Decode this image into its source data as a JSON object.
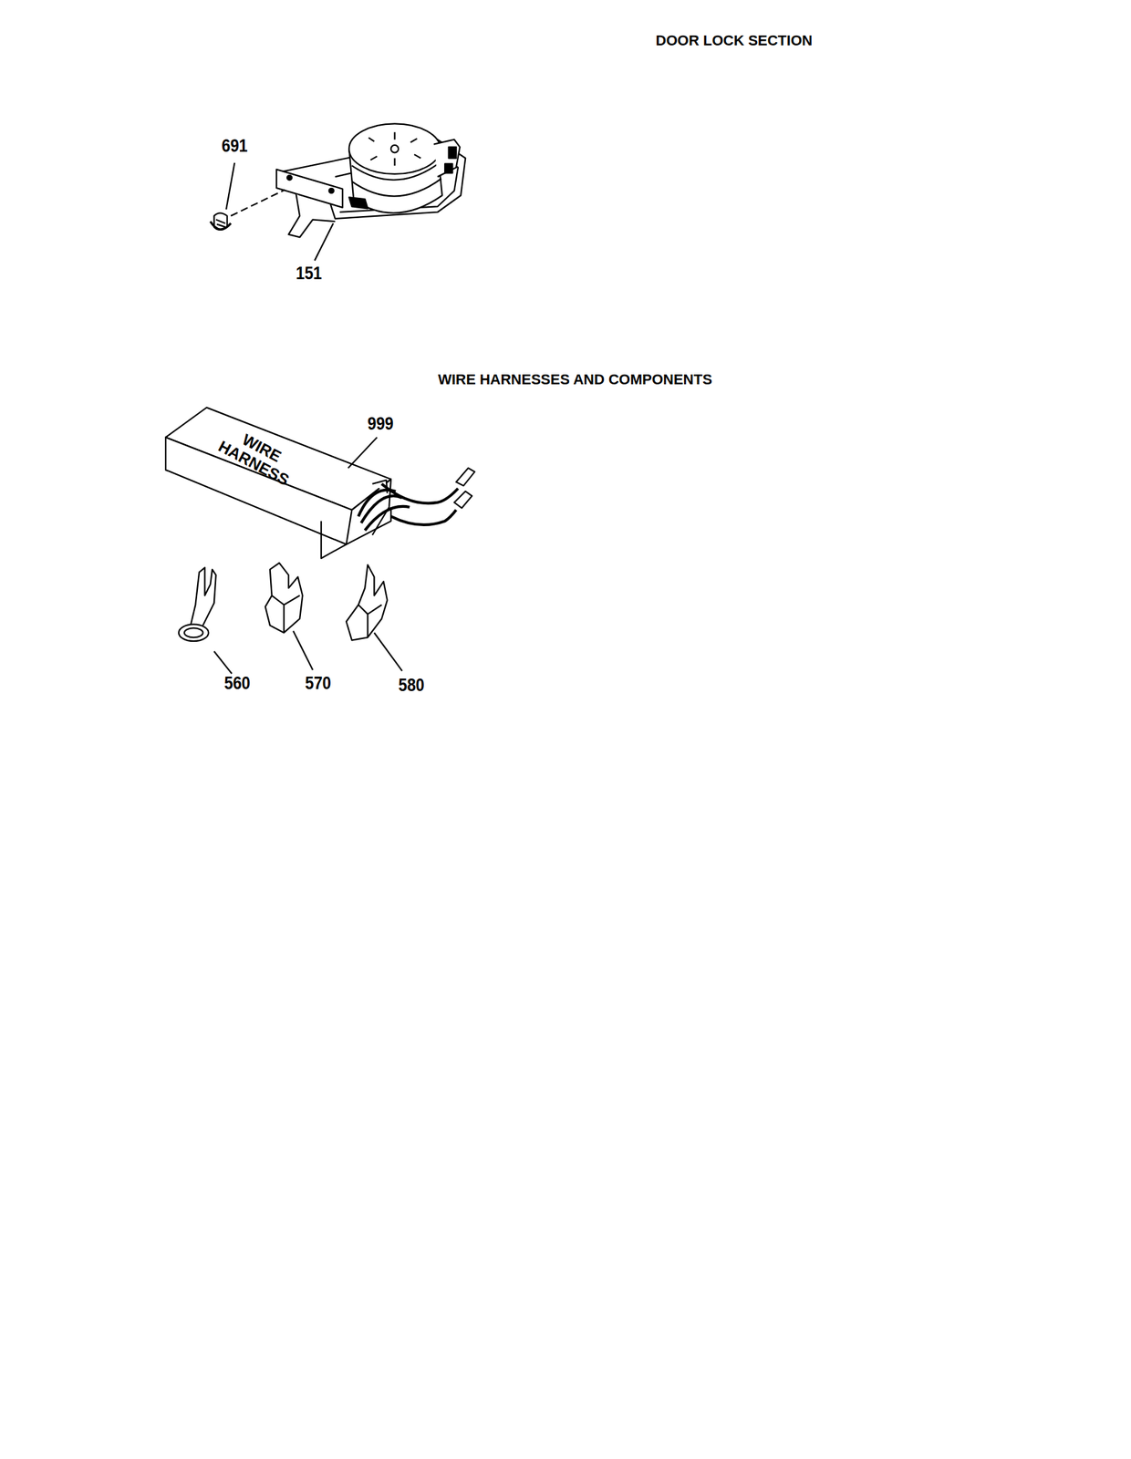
{
  "diagram": {
    "labels": [
      "DOOR LOCK SECTION",
      "691",
      "151",
      "WIRE HARNESSES AND COMPONENTS",
      "999",
      "WIRE HARNESS",
      "560",
      "570",
      "580"
    ]
  }
}
